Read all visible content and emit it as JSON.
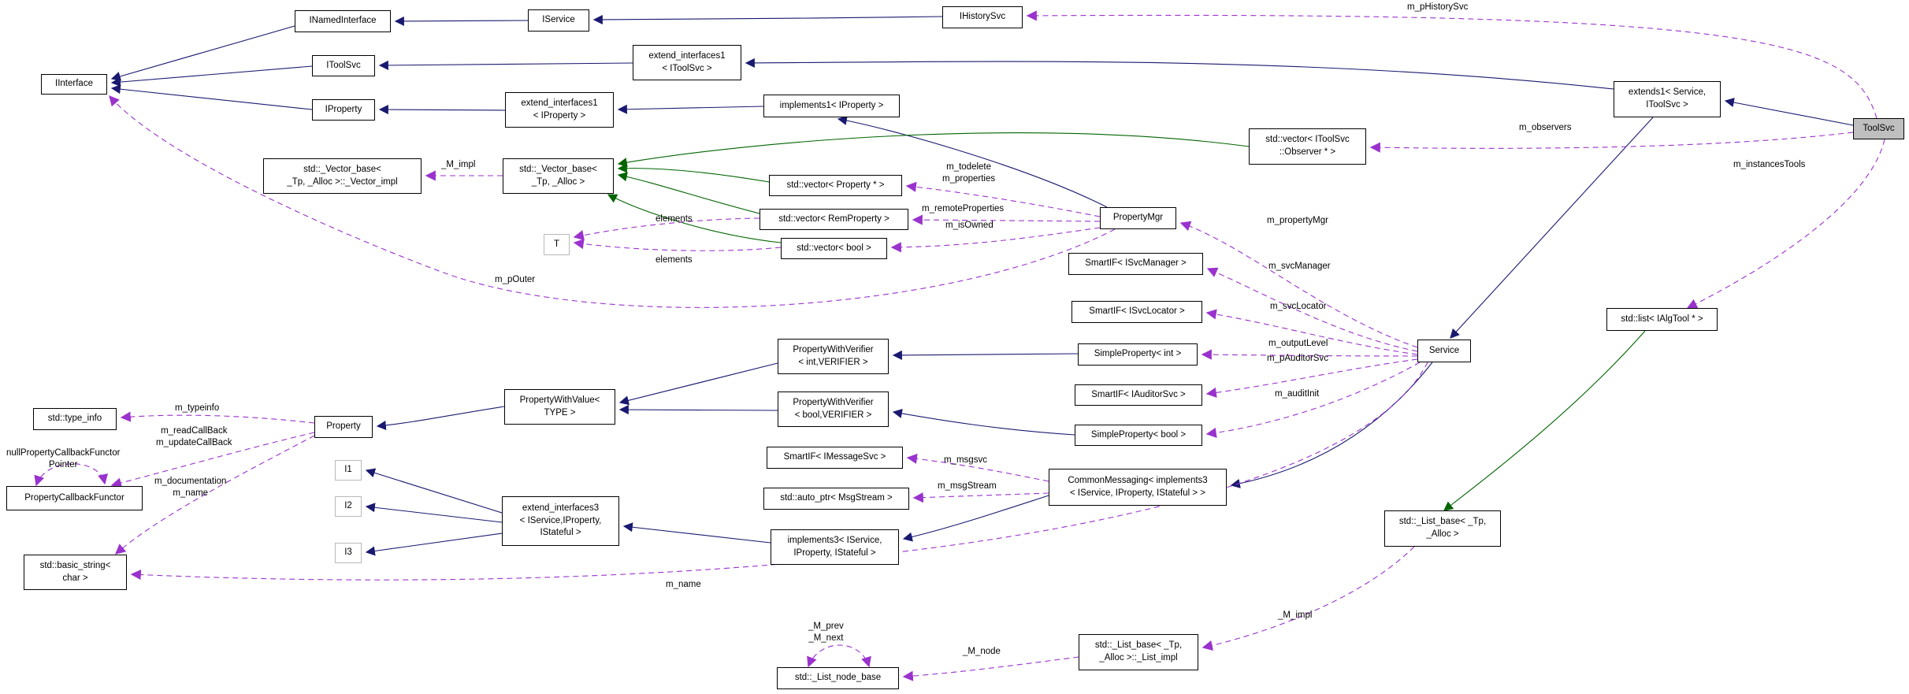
{
  "diagram": {
    "type": "doxygen-collaboration-graph",
    "colors": {
      "inheritance_edge": "#191970",
      "template_edge": "#006400",
      "usage_edge": "#9a32cd",
      "node_border": "#000000",
      "node_background": "#ffffff",
      "highlight_background": "#bfbfbf",
      "param_border": "#b9b9b9",
      "background": "#ffffff"
    },
    "nodes": [
      {
        "id": "iinterface",
        "kind": "class",
        "label": "IInterface"
      },
      {
        "id": "inamed",
        "kind": "class",
        "label": "INamedInterface"
      },
      {
        "id": "iservice",
        "kind": "class",
        "label": "IService"
      },
      {
        "id": "ihistory",
        "kind": "class",
        "label": "IHistorySvc"
      },
      {
        "id": "itoolsvc",
        "kind": "class",
        "label": "IToolSvc"
      },
      {
        "id": "ei1_toolsvc",
        "kind": "class",
        "label": "extend_interfaces1\n< IToolSvc >"
      },
      {
        "id": "iproperty",
        "kind": "class",
        "label": "IProperty"
      },
      {
        "id": "ei1_prop",
        "kind": "class",
        "label": "extend_interfaces1\n< IProperty >"
      },
      {
        "id": "impl1_prop",
        "kind": "class",
        "label": "implements1< IProperty >"
      },
      {
        "id": "extends1",
        "kind": "class",
        "label": "extends1< Service,\nIToolSvc >"
      },
      {
        "id": "toolsvc",
        "kind": "highlight",
        "label": "ToolSvc"
      },
      {
        "id": "vec_observer",
        "kind": "class",
        "label": "std::vector< IToolSvc\n::Observer * >"
      },
      {
        "id": "vbase_impl",
        "kind": "class",
        "label": "std::_Vector_base<\n_Tp, _Alloc >::_Vector_impl"
      },
      {
        "id": "vbase",
        "kind": "class",
        "label": "std::_Vector_base<\n_Tp, _Alloc >"
      },
      {
        "id": "vec_prop",
        "kind": "class",
        "label": "std::vector< Property * >"
      },
      {
        "id": "vec_rem",
        "kind": "class",
        "label": "std::vector< RemProperty >"
      },
      {
        "id": "vec_bool",
        "kind": "class",
        "label": "std::vector< bool >"
      },
      {
        "id": "t_param",
        "kind": "param",
        "label": "T"
      },
      {
        "id": "propertymgr",
        "kind": "class",
        "label": "PropertyMgr"
      },
      {
        "id": "smartif_svcmgr",
        "kind": "class",
        "label": "SmartIF< ISvcManager >"
      },
      {
        "id": "smartif_svcloc",
        "kind": "class",
        "label": "SmartIF< ISvcLocator >"
      },
      {
        "id": "simpleprop_int",
        "kind": "class",
        "label": "SimpleProperty< int >"
      },
      {
        "id": "smartif_auditor",
        "kind": "class",
        "label": "SmartIF< IAuditorSvc >"
      },
      {
        "id": "simpleprop_bool",
        "kind": "class",
        "label": "SimpleProperty< bool >"
      },
      {
        "id": "service",
        "kind": "class",
        "label": "Service"
      },
      {
        "id": "list_algtool",
        "kind": "class",
        "label": "std::list< IAlgTool * >"
      },
      {
        "id": "pwv_int",
        "kind": "class",
        "label": "PropertyWithVerifier\n< int,VERIFIER >"
      },
      {
        "id": "pwv_bool",
        "kind": "class",
        "label": "PropertyWithVerifier\n< bool,VERIFIER >"
      },
      {
        "id": "pwvalue",
        "kind": "class",
        "label": "PropertyWithValue<\nTYPE >"
      },
      {
        "id": "property",
        "kind": "class",
        "label": "Property"
      },
      {
        "id": "typeinfo",
        "kind": "class",
        "label": "std::type_info"
      },
      {
        "id": "pcf",
        "kind": "class",
        "label": "PropertyCallbackFunctor"
      },
      {
        "id": "smartif_msgsvc",
        "kind": "class",
        "label": "SmartIF< IMessageSvc >"
      },
      {
        "id": "autoptr",
        "kind": "class",
        "label": "std::auto_ptr< MsgStream >"
      },
      {
        "id": "commonmsg",
        "kind": "class",
        "label": "CommonMessaging< implements3\n< IService, IProperty, IStateful > >"
      },
      {
        "id": "ei3",
        "kind": "class",
        "label": "extend_interfaces3\n< IService,IProperty,\nIStateful >"
      },
      {
        "id": "impl3",
        "kind": "class",
        "label": "implements3< IService,\nIProperty, IStateful >"
      },
      {
        "id": "i1_param",
        "kind": "param",
        "label": "I1"
      },
      {
        "id": "i2_param",
        "kind": "param",
        "label": "I2"
      },
      {
        "id": "i3_param",
        "kind": "param",
        "label": "I3"
      },
      {
        "id": "basic_string",
        "kind": "class",
        "label": "std::basic_string<\nchar >"
      },
      {
        "id": "list_base",
        "kind": "class",
        "label": "std::_List_base< _Tp,\n_Alloc >"
      },
      {
        "id": "list_impl",
        "kind": "class",
        "label": "std::_List_base< _Tp,\n_Alloc >::_List_impl"
      },
      {
        "id": "list_node",
        "kind": "class",
        "label": "std::_List_node_base"
      }
    ],
    "edges": [
      {
        "id": "e1",
        "from": "inamed",
        "to": "iinterface",
        "kind": "inherit",
        "label": ""
      },
      {
        "id": "e2",
        "from": "iservice",
        "to": "inamed",
        "kind": "inherit",
        "label": ""
      },
      {
        "id": "e3",
        "from": "ihistory",
        "to": "iservice",
        "kind": "inherit",
        "label": ""
      },
      {
        "id": "e4",
        "from": "itoolsvc",
        "to": "iinterface",
        "kind": "inherit",
        "label": ""
      },
      {
        "id": "e5",
        "from": "ei1_toolsvc",
        "to": "itoolsvc",
        "kind": "inherit",
        "label": ""
      },
      {
        "id": "e6",
        "from": "iproperty",
        "to": "iinterface",
        "kind": "inherit",
        "label": ""
      },
      {
        "id": "e7",
        "from": "ei1_prop",
        "to": "iproperty",
        "kind": "inherit",
        "label": ""
      },
      {
        "id": "e8",
        "from": "impl1_prop",
        "to": "ei1_prop",
        "kind": "inherit",
        "label": ""
      },
      {
        "id": "e9",
        "from": "extends1",
        "to": "ei1_toolsvc",
        "kind": "inherit",
        "label": ""
      },
      {
        "id": "e10",
        "from": "toolsvc",
        "to": "extends1",
        "kind": "inherit",
        "label": ""
      },
      {
        "id": "e11",
        "from": "extends1",
        "to": "service",
        "kind": "inherit",
        "label": ""
      },
      {
        "id": "e12",
        "from": "propertymgr",
        "to": "impl1_prop",
        "kind": "inherit",
        "label": ""
      },
      {
        "id": "e13",
        "from": "pwv_int",
        "to": "pwvalue",
        "kind": "inherit",
        "label": ""
      },
      {
        "id": "e14",
        "from": "pwv_bool",
        "to": "pwvalue",
        "kind": "inherit",
        "label": ""
      },
      {
        "id": "e15",
        "from": "simpleprop_int",
        "to": "pwv_int",
        "kind": "inherit",
        "label": ""
      },
      {
        "id": "e16",
        "from": "simpleprop_bool",
        "to": "pwv_bool",
        "kind": "inherit",
        "label": ""
      },
      {
        "id": "e17",
        "from": "pwvalue",
        "to": "property",
        "kind": "inherit",
        "label": ""
      },
      {
        "id": "e18",
        "from": "ei3",
        "to": "i1_param",
        "kind": "inherit",
        "label": ""
      },
      {
        "id": "e19",
        "from": "ei3",
        "to": "i2_param",
        "kind": "inherit",
        "label": ""
      },
      {
        "id": "e20",
        "from": "ei3",
        "to": "i3_param",
        "kind": "inherit",
        "label": ""
      },
      {
        "id": "e21",
        "from": "impl3",
        "to": "ei3",
        "kind": "inherit",
        "label": ""
      },
      {
        "id": "e22",
        "from": "commonmsg",
        "to": "impl3",
        "kind": "inherit",
        "label": ""
      },
      {
        "id": "e23",
        "from": "service",
        "to": "commonmsg",
        "kind": "inherit",
        "label": ""
      },
      {
        "id": "e24",
        "from": "vec_observer",
        "to": "vbase",
        "kind": "template",
        "label": ""
      },
      {
        "id": "e25",
        "from": "vec_prop",
        "to": "vbase",
        "kind": "template",
        "label": ""
      },
      {
        "id": "e26",
        "from": "vec_rem",
        "to": "vbase",
        "kind": "template",
        "label": ""
      },
      {
        "id": "e27",
        "from": "vec_bool",
        "to": "vbase",
        "kind": "template",
        "label": ""
      },
      {
        "id": "e28",
        "from": "list_algtool",
        "to": "list_base",
        "kind": "template",
        "label": ""
      },
      {
        "id": "e29",
        "from": "toolsvc",
        "to": "ihistory",
        "kind": "usage",
        "label": "m_pHistorySvc"
      },
      {
        "id": "e30",
        "from": "toolsvc",
        "to": "vec_observer",
        "kind": "usage",
        "label": "m_observers"
      },
      {
        "id": "e31",
        "from": "toolsvc",
        "to": "list_algtool",
        "kind": "usage",
        "label": "m_instancesTools"
      },
      {
        "id": "e32",
        "from": "service",
        "to": "propertymgr",
        "kind": "usage",
        "label": "m_propertyMgr"
      },
      {
        "id": "e33",
        "from": "service",
        "to": "smartif_svcmgr",
        "kind": "usage",
        "label": "m_svcManager"
      },
      {
        "id": "e34",
        "from": "service",
        "to": "smartif_svcloc",
        "kind": "usage",
        "label": "m_svcLocator"
      },
      {
        "id": "e35",
        "from": "service",
        "to": "simpleprop_int",
        "kind": "usage",
        "label": "m_outputLevel"
      },
      {
        "id": "e36",
        "from": "service",
        "to": "smartif_auditor",
        "kind": "usage",
        "label": "m_pAuditorSvc"
      },
      {
        "id": "e37",
        "from": "service",
        "to": "simpleprop_bool",
        "kind": "usage",
        "label": "m_auditInit"
      },
      {
        "id": "e38",
        "from": "service",
        "to": "basic_string",
        "kind": "usage",
        "label": "m_name"
      },
      {
        "id": "e39",
        "from": "propertymgr",
        "to": "vec_prop",
        "kind": "usage",
        "label": "m_todelete\nm_properties"
      },
      {
        "id": "e40",
        "from": "propertymgr",
        "to": "vec_rem",
        "kind": "usage",
        "label": "m_remoteProperties"
      },
      {
        "id": "e41",
        "from": "propertymgr",
        "to": "vec_bool",
        "kind": "usage",
        "label": "m_isOwned"
      },
      {
        "id": "e42",
        "from": "propertymgr",
        "to": "iinterface",
        "kind": "usage",
        "label": "m_pOuter"
      },
      {
        "id": "e43",
        "from": "property",
        "to": "typeinfo",
        "kind": "usage",
        "label": "m_typeinfo"
      },
      {
        "id": "e44",
        "from": "property",
        "to": "pcf",
        "kind": "usage",
        "label": "m_readCallBack\nm_updateCallBack"
      },
      {
        "id": "e45",
        "from": "property",
        "to": "basic_string",
        "kind": "usage",
        "label": "m_documentation\nm_name"
      },
      {
        "id": "e46",
        "from": "pcf",
        "to": "pcf",
        "kind": "usage",
        "label": "nullPropertyCallbackFunctor\nPointer"
      },
      {
        "id": "e47",
        "from": "commonmsg",
        "to": "smartif_msgsvc",
        "kind": "usage",
        "label": "m_msgsvc"
      },
      {
        "id": "e48",
        "from": "commonmsg",
        "to": "autoptr",
        "kind": "usage",
        "label": "m_msgStream"
      },
      {
        "id": "e49",
        "from": "vbase",
        "to": "vbase_impl",
        "kind": "usage",
        "label": "_M_impl"
      },
      {
        "id": "e50",
        "from": "vec_rem",
        "to": "t_param",
        "kind": "usage",
        "label": "elements"
      },
      {
        "id": "e51",
        "from": "vec_bool",
        "to": "t_param",
        "kind": "usage",
        "label": "elements"
      },
      {
        "id": "e52",
        "from": "list_base",
        "to": "list_impl",
        "kind": "usage",
        "label": "_M_impl"
      },
      {
        "id": "e53",
        "from": "list_impl",
        "to": "list_node",
        "kind": "usage",
        "label": "_M_node"
      },
      {
        "id": "e54",
        "from": "list_node",
        "to": "list_node",
        "kind": "usage",
        "label": "_M_prev\n_M_next"
      }
    ]
  }
}
